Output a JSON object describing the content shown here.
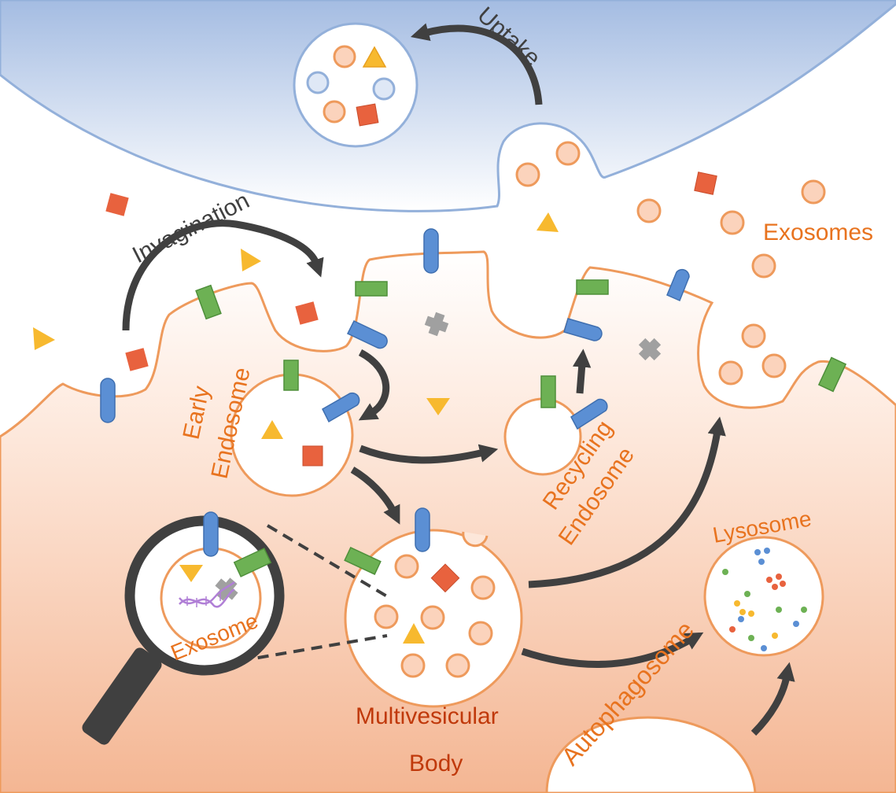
{
  "labels": {
    "uptake": "Uptake",
    "invagination": "Invagination",
    "exosomes": "Exosomes",
    "early_endosome_line1": "Early",
    "early_endosome_line2": "Endosome",
    "recycling_endosome_line1": "Recycling",
    "recycling_endosome_line2": "Endosome",
    "lysosome": "Lysosome",
    "exosome": "Exosome",
    "multivesicular_line1": "Multivesicular",
    "multivesicular_line2": "Body",
    "autophagosome": "Autophagosome"
  },
  "colors": {
    "recipient_cell": "#a4bce2",
    "donor_cell": "#f2b896",
    "membrane_orange": "#ee9a5c",
    "membrane_blue": "#93b0da",
    "arrow": "#404040",
    "vesicle_fill": "#fbd3bc",
    "receptor_blue": "#5b8fd4",
    "receptor_green": "#6db154",
    "cargo_triangle": "#f7b92f",
    "cargo_square": "#e8623e",
    "cargo_cross": "#a0a0a0",
    "label_orange": "#e8731f",
    "label_dark": "#404040",
    "label_red": "#c0390b"
  },
  "icons": [
    "magnifier-icon",
    "dna-icon",
    "cross-protein-icon",
    "receptor-icon",
    "tetraspanin-icon"
  ]
}
